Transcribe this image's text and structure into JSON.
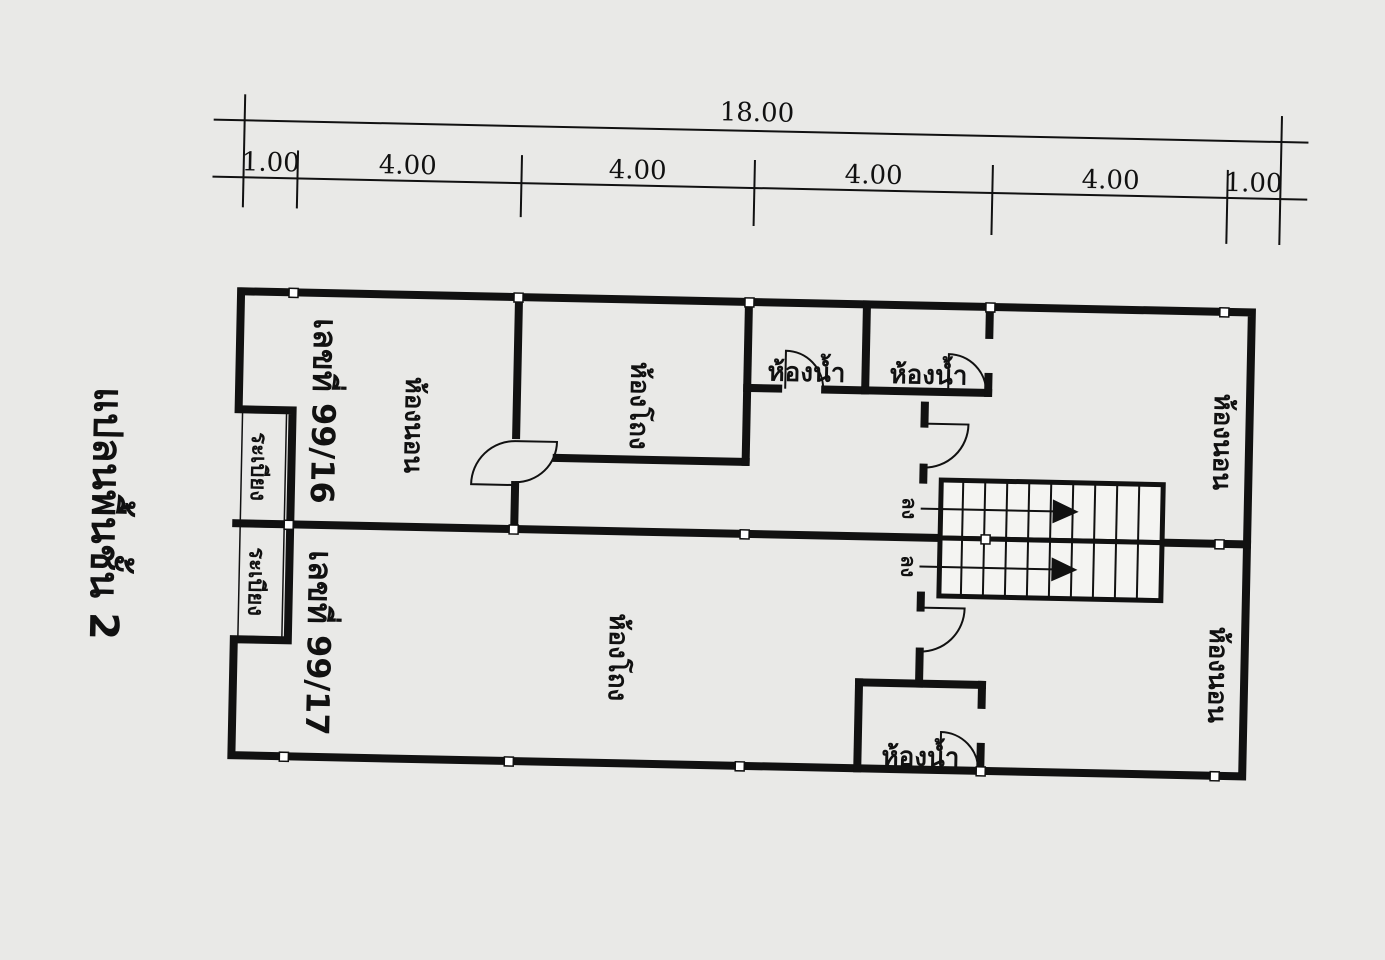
{
  "drawing": {
    "title": "แปลนพื้นชั้น 2",
    "dimensions": {
      "overall": "18.00",
      "segments": [
        "1.00",
        "4.00",
        "4.00",
        "4.00",
        "4.00",
        "1.00"
      ]
    },
    "units": {
      "unit_a": "เลขที่ 99/16",
      "unit_b": "เลขที่ 99/17"
    },
    "rooms": {
      "bedroom": "ห้องนอน",
      "hall": "ห้องโถง",
      "bathroom": "ห้องน้ำ",
      "balcony": "ระเบียง"
    },
    "stair_label": "ลง"
  }
}
